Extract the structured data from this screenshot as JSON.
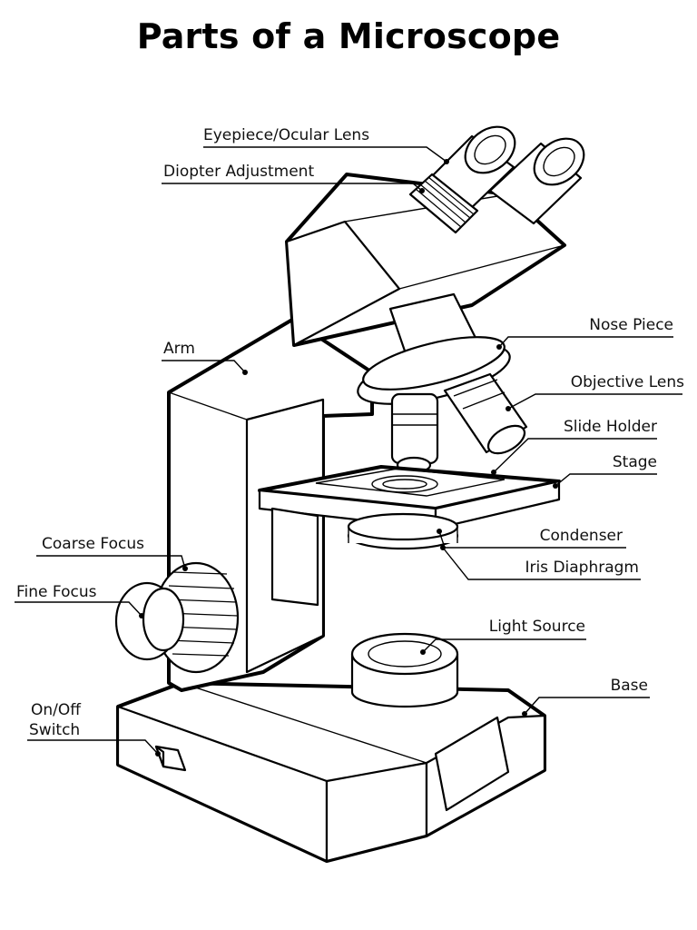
{
  "title": "Parts of a Microscope",
  "labels": {
    "eyepiece": "Eyepiece/Ocular Lens",
    "diopter": "Diopter Adjustment",
    "arm": "Arm",
    "nose_piece": "Nose Piece",
    "objective": "Objective Lens",
    "slide_holder": "Slide Holder",
    "stage": "Stage",
    "coarse_focus": "Coarse Focus",
    "fine_focus": "Fine Focus",
    "condenser": "Condenser",
    "iris": "Iris Diaphragm",
    "light_source": "Light Source",
    "base": "Base",
    "onoff_line1": "On/Off",
    "onoff_line2": "Switch"
  }
}
